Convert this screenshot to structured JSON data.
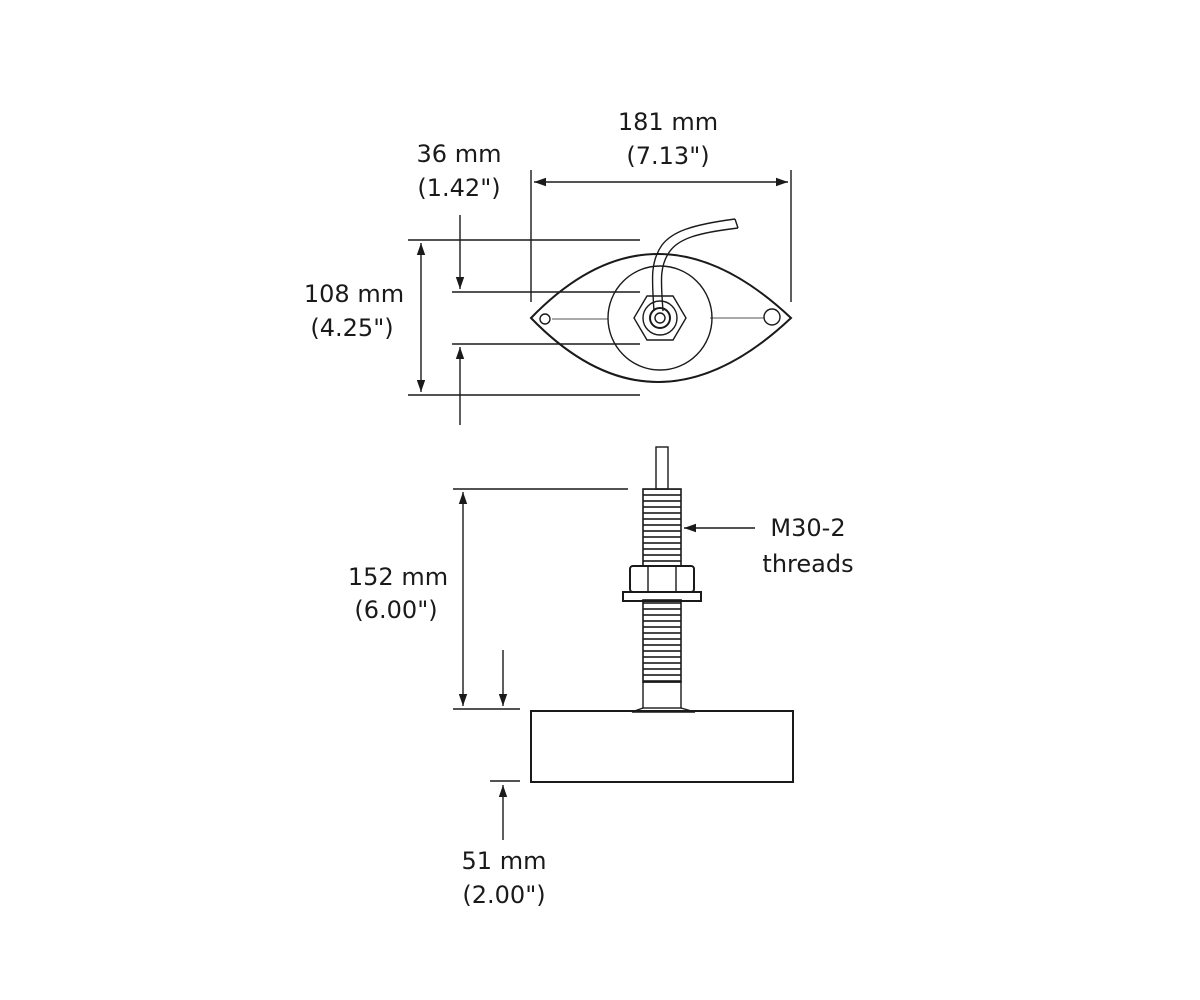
{
  "top_view": {
    "width": {
      "metric": "181 mm",
      "imperial": "(7.13\")"
    },
    "offset": {
      "metric": "36 mm",
      "imperial": "(1.42\")"
    },
    "height": {
      "metric": "108 mm",
      "imperial": "(4.25\")"
    }
  },
  "side_view": {
    "overall_height": {
      "metric": "152 mm",
      "imperial": "(6.00\")"
    },
    "thread_callout": {
      "line1": "M30-2",
      "line2": "threads"
    },
    "base_height": {
      "metric": "51 mm",
      "imperial": "(2.00\")"
    }
  },
  "colors": {
    "line": "#1a1a1a",
    "background": "#ffffff"
  }
}
